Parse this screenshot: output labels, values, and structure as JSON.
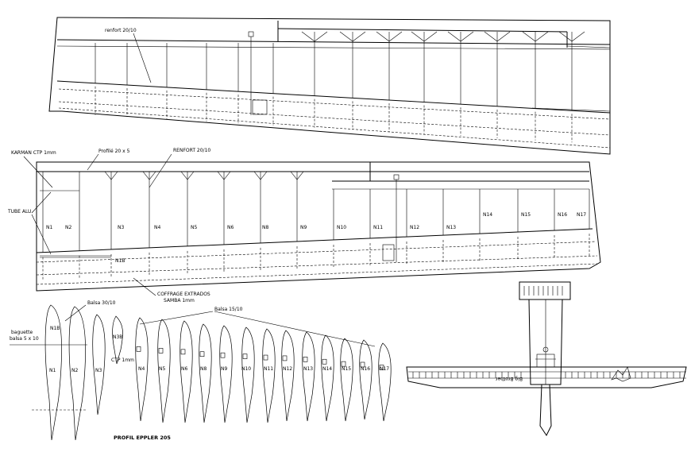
{
  "top_wing": {
    "renfort_label": "renfort 20/10"
  },
  "lower_wing": {
    "karman_label": "KARMAN CTP 1mm",
    "profile_label": "Profilé 20 x 5",
    "renfort_label": "RENFORT 20/10",
    "tube_label": "TUBE ALU",
    "coffrage_label_1": "COFFRAGE EXTRADOS",
    "coffrage_label_2": "SAMBA 1mm",
    "n1b_label": "N1B",
    "rib_numbers": [
      "N1",
      "N2",
      "N3",
      "N4",
      "N5",
      "N6",
      "N8",
      "N9",
      "N10",
      "N11",
      "N12",
      "N13",
      "N14",
      "N15",
      "N16",
      "N17"
    ]
  },
  "ribs_section": {
    "balsa_30_label": "Balsa 30/10",
    "balsa_15_label": "Balsa 15/10",
    "baguette_label_1": "baguette",
    "baguette_label_2": "balsa 5 x 10",
    "ctp_label": "CTP 1mm",
    "n1b_label": "N1B",
    "n3b_label": "N3B",
    "profile_name": "PROFIL EPPLER 205",
    "rib_labels": [
      "N1",
      "N2",
      "N3",
      "N4",
      "N5",
      "N6",
      "N8",
      "N9",
      "N10",
      "N11",
      "N12",
      "N13",
      "N14",
      "N15",
      "N16",
      "N17"
    ]
  },
  "model_view": {
    "wing_text": "Big Brother"
  }
}
